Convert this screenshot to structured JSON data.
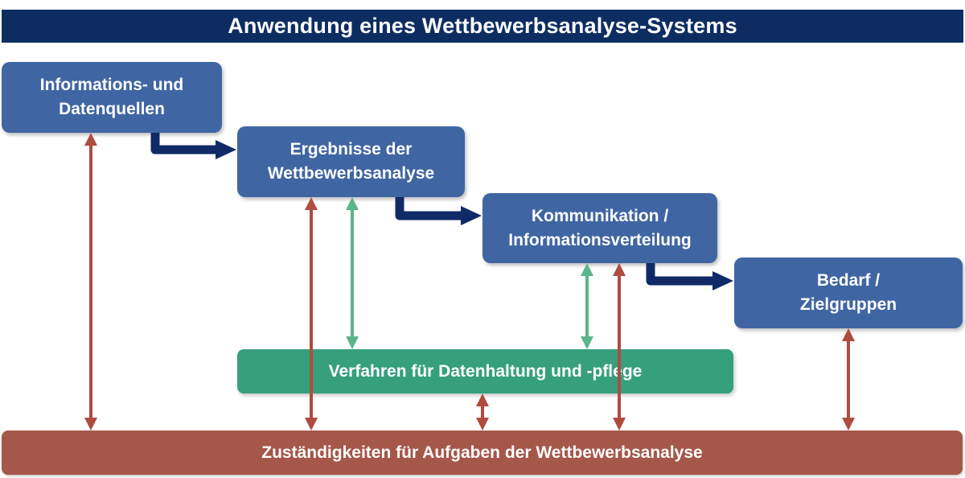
{
  "title": "Anwendung eines Wettbewerbsanalyse-Systems",
  "process_steps": [
    {
      "line1": "Informations- und",
      "line2": "Datenquellen"
    },
    {
      "line1": "Ergebnisse der",
      "line2": "Wettbewerbsanalyse"
    },
    {
      "line1": "Kommunikation /",
      "line2": "Informationsverteilung"
    },
    {
      "line1": "Bedarf /",
      "line2": "Zielgruppen"
    }
  ],
  "data_maintenance_bar": "Verfahren für Datenhaltung und -pflege",
  "responsibilities_bar": "Zuständigkeiten für Aufgaben der Wettbewerbsanalyse",
  "colors": {
    "title_bg": "#0d2d62",
    "step_box": "#4065a3",
    "flow_arrow": "#0f2a66",
    "green_bar": "#36a07c",
    "green_arrow": "#5bb58a",
    "red_bar": "#a5574a",
    "red_arrow": "#b04b40"
  }
}
